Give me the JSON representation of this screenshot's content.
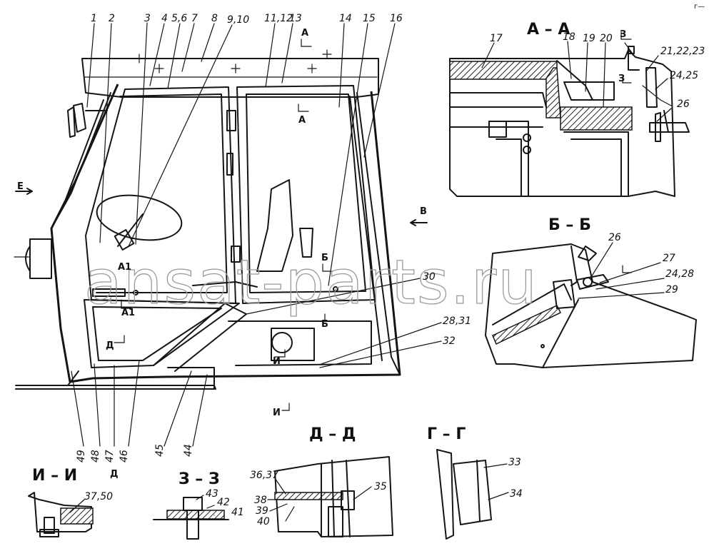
{
  "watermark": "ansat-parts.ru",
  "corner_mark": "г—",
  "section_titles": {
    "aa": "А – А",
    "bb": "Б – Б",
    "dd": "Д – Д",
    "gg": "Г – Г",
    "ii": "И – И",
    "zz": "З – З"
  },
  "callouts": {
    "c1": "1",
    "c2": "2",
    "c3": "3",
    "c4": "4",
    "c56": "5,6",
    "c7": "7",
    "c8": "8",
    "c910": "9,10",
    "c1112": "11,12",
    "c13": "13",
    "c14": "14",
    "c15": "15",
    "c16": "16",
    "c17": "17",
    "c18": "18",
    "c19": "19",
    "c20": "20",
    "c212223": "21,22,23",
    "c2425": "24,25",
    "c26a": "26",
    "c26b": "26",
    "c27": "27",
    "c2428": "24,28",
    "c29": "29",
    "c30": "30",
    "c2831": "28,31",
    "c32": "32",
    "c33": "33",
    "c34": "34",
    "c35": "35",
    "c3637": "36,37",
    "c3750": "37,50",
    "c38": "38",
    "c39": "39",
    "c40": "40",
    "c41": "41",
    "c42": "42",
    "c43": "43",
    "c44": "44",
    "c45": "45",
    "c46": "46",
    "c47": "47",
    "c48": "48",
    "c49": "49"
  },
  "section_marks": {
    "a_top": "А",
    "a_mid": "А",
    "b_low": "Б",
    "b_mid": "Б",
    "ye": "Е",
    "v": "В",
    "a1_up": "А1",
    "a1_low": "А1",
    "d_low": "Д",
    "d_bottom": "Д",
    "i_mid": "И",
    "i_low": "И",
    "z_mark": "З",
    "z_small": "З"
  }
}
